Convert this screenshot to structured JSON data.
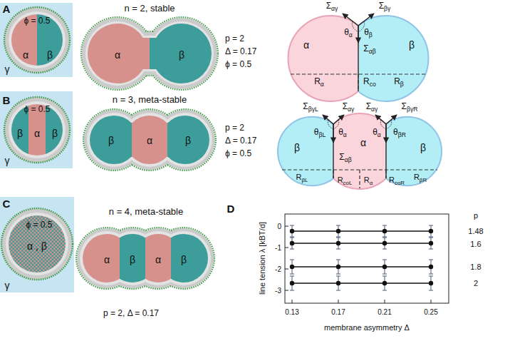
{
  "diagram": {
    "labels": [
      "A",
      "ϕ = 0.5",
      "α",
      "β",
      "γ",
      "n = 2, stable",
      "α",
      "β",
      "p = 2",
      "Δ = 0.17",
      "ϕ = 0.5",
      "Σαγ",
      "Σβγ",
      "θα",
      "θβ",
      "Σαβ",
      "α",
      "β",
      "Rα",
      "Rco",
      "Rβ",
      "B",
      "ϕ = 0.5",
      "β",
      "α",
      "β",
      "γ",
      "n = 3, meta-stable",
      "β",
      "α",
      "β",
      "p = 2",
      "Δ = 0.17",
      "ϕ = 0.5",
      "ΣβγL",
      "Σαγ",
      "Σαγ",
      "ΣβγR",
      "θβL",
      "θα",
      "θα",
      "θβR",
      "β",
      "α",
      "β",
      "Σαβ",
      "RβL",
      "RcoL",
      "Rα",
      "RcoR",
      "RβR",
      "C",
      "ϕ = 0.5",
      "α , β",
      "γ",
      "n = 4, meta-stable",
      "α",
      "β",
      "α",
      "β",
      "p = 2, Δ = 0.17",
      "D",
      "line tension λ [kBT/d]",
      "0",
      "-1",
      "-2",
      "-3",
      "0.13",
      "0.17",
      "0.21",
      "0.25",
      "membrane asymmetry Δ",
      "p",
      "1.48",
      "1.6",
      "1.8",
      "2"
    ]
  }
}
